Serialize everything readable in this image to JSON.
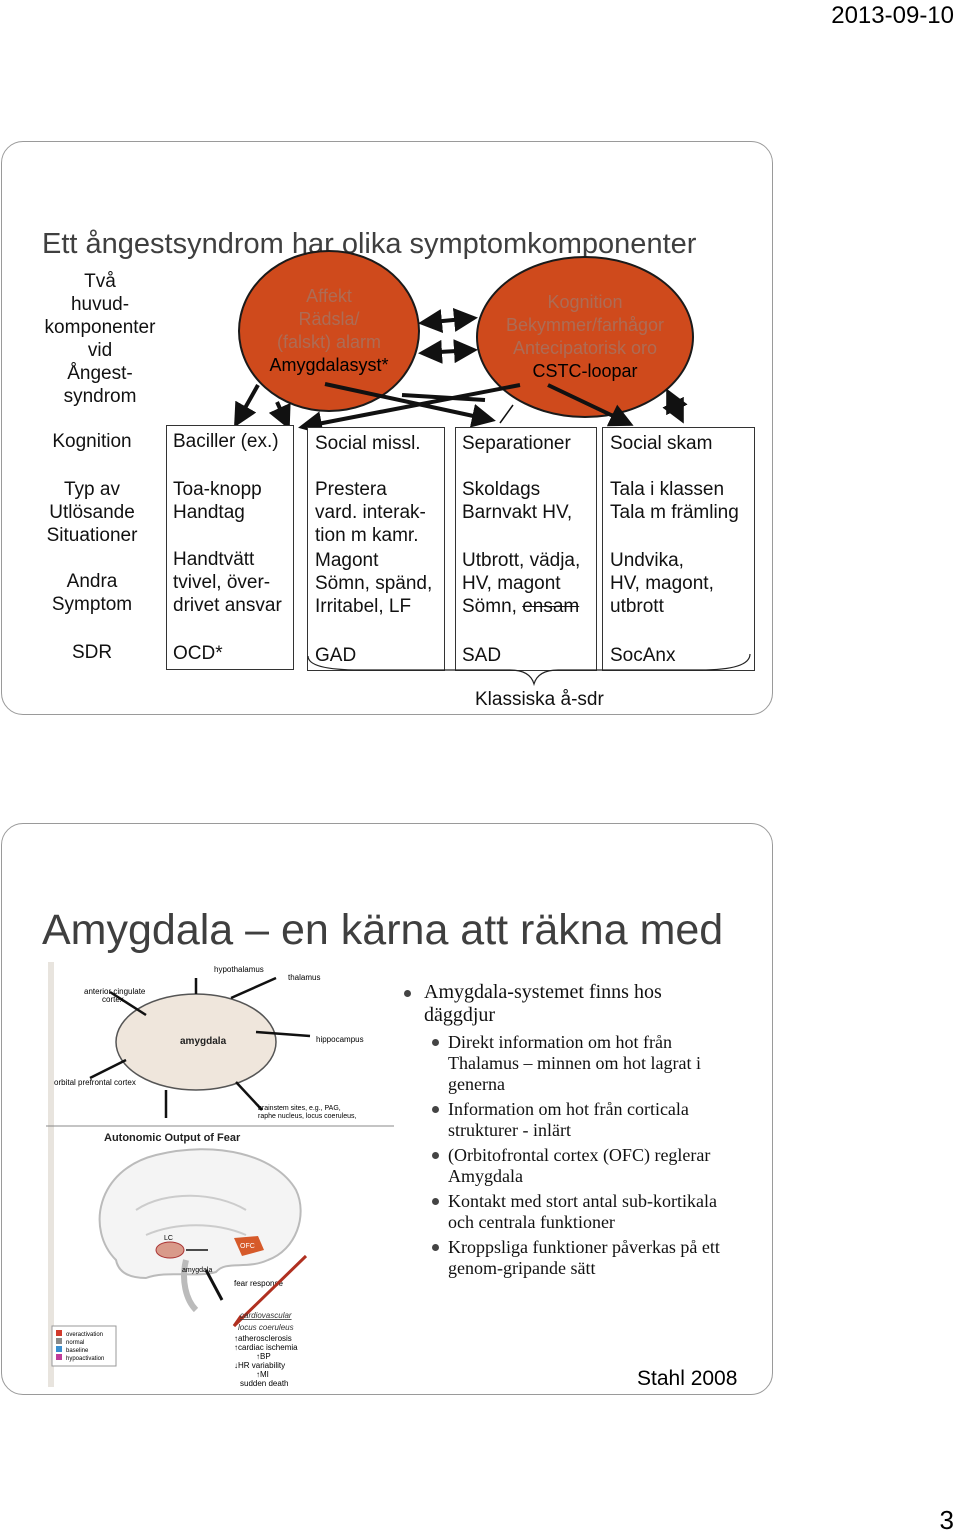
{
  "header": {
    "date": "2013-09-10"
  },
  "footer": {
    "page_number": "3"
  },
  "slide1": {
    "title": "Ett ångestsyndrom har olika symptomkomponenter",
    "left_labels": {
      "main": "Två\nhuvud-\nkomponenter\nvid\nÅngest-\nsyndrom",
      "kognition": "Kognition",
      "typ": "Typ av\nUtlösande\nSituationer",
      "andra": "Andra\nSymptom",
      "sdr": "SDR"
    },
    "oval_affekt": {
      "line1": "Affekt",
      "line2": "Rädsla/",
      "line3": "(falskt) alarm",
      "line4": "Amygdalasyst*"
    },
    "oval_kognition": {
      "line1": "Kognition",
      "line2": "Bekymmer/farhågor",
      "line3": "Antecipatorisk oro",
      "line4": "CSTC-loopar"
    },
    "columns": [
      {
        "kognition": "Baciller (ex.)",
        "situation": "Toa-knopp\nHandtag",
        "symptom": "Handtvätt\ntvivel, över-\ndrivet ansvar",
        "sdr": "OCD*"
      },
      {
        "kognition": "Social missl.",
        "situation": "Prestera\nvard. interak-\ntion m kamr.",
        "symptom": "Magont\nSömn, spänd,\nIrritabel, LF",
        "sdr": "GAD"
      },
      {
        "kognition": "Separationer",
        "situation": "Skoldags\nBarnvakt HV,",
        "symptom_a": "Utbrott, vädja,\nHV, magont\nSömn, ",
        "symptom_strike": "ensam",
        "sdr": "SAD"
      },
      {
        "kognition": "Social skam",
        "situation": "Tala i klassen\nTala m främling",
        "symptom": "Undvika,\nHV, magont,\nutbrott",
        "sdr": "SocAnx"
      }
    ],
    "brace_label": "Klassiska å-sdr"
  },
  "slide2": {
    "title": "Amygdala – en kärna att räkna med",
    "bullets": [
      {
        "level": 1,
        "text": "Amygdala-systemet finns hos däggdjur"
      },
      {
        "level": 2,
        "text": "Direkt information om hot från Thalamus – minnen om hot lagrat i generna"
      },
      {
        "level": 2,
        "text": "Information om hot från corticala strukturer - inlärt"
      },
      {
        "level": 2,
        "text": "(Orbitofrontal cortex (OFC) reglerar Amygdala"
      },
      {
        "level": 2,
        "text": "Kontakt med stort antal sub-kortikala och centrala funktioner"
      },
      {
        "level": 2,
        "text": "Kroppsliga funktioner påverkas på ett genom-gripande sätt"
      }
    ],
    "citation": "Stahl 2008",
    "figure": {
      "labels": {
        "hypothalamus": "hypothalamus",
        "thalamus": "thalamus",
        "acc": "anterior cingulate\ncortex",
        "amygdala": "amygdala",
        "hippocampus": "hippocampus",
        "ofc": "orbital prefrontal cortex",
        "brainstem": "brainstem sites, e.g., PAG,\nraphe nucleus, locus coeruleus,",
        "autonomic": "Autonomic Output of Fear",
        "lc": "LC",
        "ofc_short": "OFC",
        "amygdala_small": "amygdala",
        "fear_response": "fear response",
        "cardiovascular": "cardiovascular",
        "locus": "locus coeruleus",
        "effects": "↑atherosclerosis\n↑cardiac ischemia\n↑BP\n↓HR variability\n↑MI\nsudden death"
      },
      "legend": [
        "overactivation",
        "normal",
        "baseline",
        "hypoactivation"
      ],
      "legend_colors": [
        "#d23a2c",
        "#8a8a8a",
        "#3a8fd0",
        "#c03c9b"
      ]
    }
  }
}
